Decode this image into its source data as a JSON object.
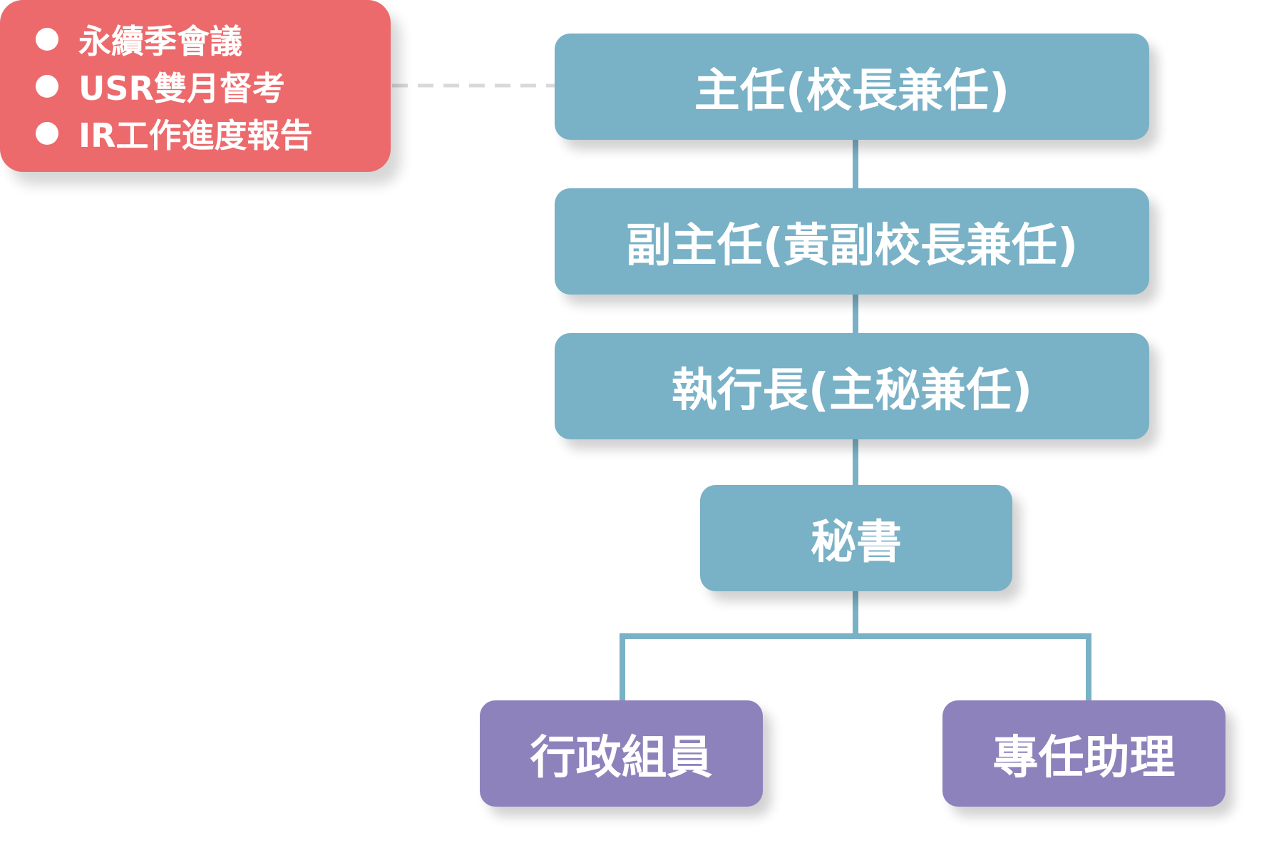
{
  "diagram": {
    "nodes": {
      "director": "主任(校長兼任)",
      "deputy": "副主任(黃副校長兼任)",
      "ceo": "執行長(主秘兼任)",
      "secretary": "秘書",
      "admin_staff": "行政組員",
      "assistant": "專任助理"
    },
    "meetings": {
      "items": [
        {
          "label": "永續季會議"
        },
        {
          "label": "USR雙月督考"
        },
        {
          "label": "IR工作進度報告"
        }
      ]
    }
  },
  "colors": {
    "node_blue": "#79b1c6",
    "node_purple": "#8d82bb",
    "meetings_red": "#ec6a6c",
    "connector": "#79b1c6",
    "dashed_connector": "#d9d9d9",
    "text": "#ffffff"
  }
}
